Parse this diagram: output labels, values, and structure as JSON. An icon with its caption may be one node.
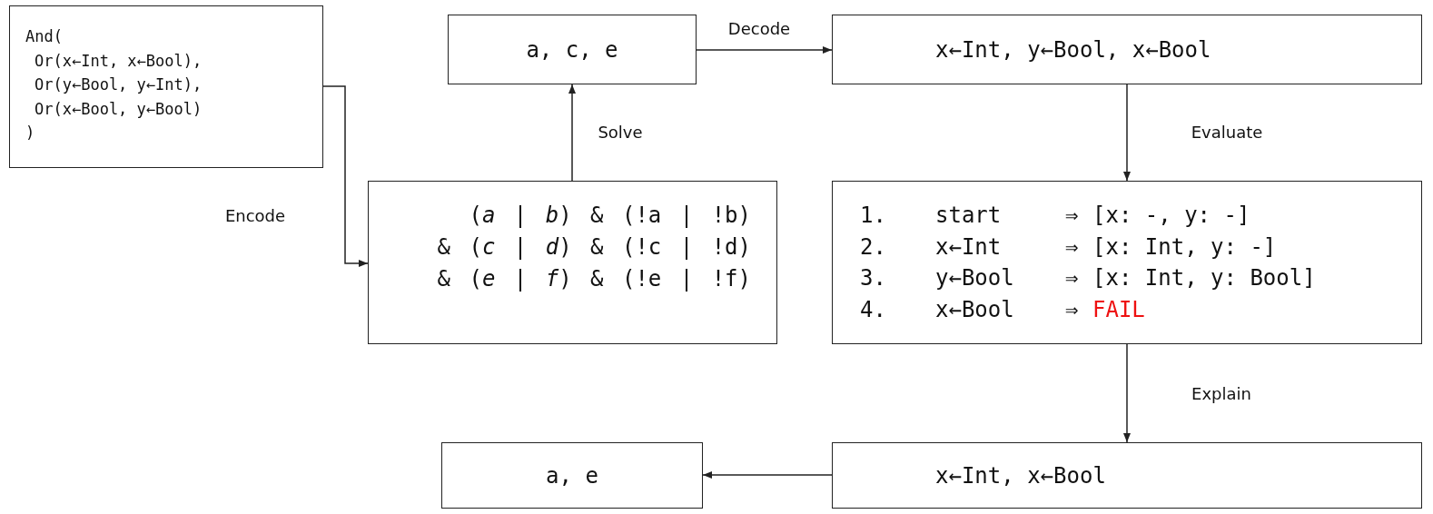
{
  "diagram": {
    "nodes": [
      {
        "text": [
          "And(",
          "Or(x←Int, x←Bool),",
          "Or(y←Bool, y←Int),",
          "Or(x←Bool, y←Bool)",
          ")"
        ]
      },
      {
        "text": [
          "a, c, e"
        ]
      },
      {
        "text": [
          "x←Int, y←Bool, x←Bool"
        ]
      },
      {
        "text": [
          "(*a* | *b*) & (!a | !b)",
          "& (*c* | *d*) & (!c | !d)",
          "& (*e* | *f*) & (!e | !f)"
        ]
      },
      {
        "text": [
          "1.",
          "start",
          "⇒",
          "[x: -, y: -]",
          "2.",
          "x←Int",
          "⇒",
          "[x: Int, y: -]",
          "3.",
          "y←Bool",
          "⇒",
          "[x: Int, y: Bool]",
          "4.",
          "x←Bool",
          "⇒",
          "FAIL"
        ]
      },
      {
        "text": [
          "a, e"
        ]
      },
      {
        "text": [
          "x←Int, x←Bool"
        ]
      }
    ],
    "edges": [
      {
        "from": 0,
        "to": 3,
        "arrow": "to",
        "label": "Encode"
      },
      {
        "from": 3,
        "to": 1,
        "arrow": "to",
        "label": "Solve"
      },
      {
        "from": 1,
        "to": 2,
        "arrow": "to",
        "label": "Decode"
      },
      {
        "from": 2,
        "to": 4,
        "arrow": "to",
        "label": "Evaluate"
      },
      {
        "from": 4,
        "to": 6,
        "arrow": "to",
        "label": "Explain"
      },
      {
        "from": 6,
        "to": 5,
        "arrow": "to"
      }
    ]
  }
}
